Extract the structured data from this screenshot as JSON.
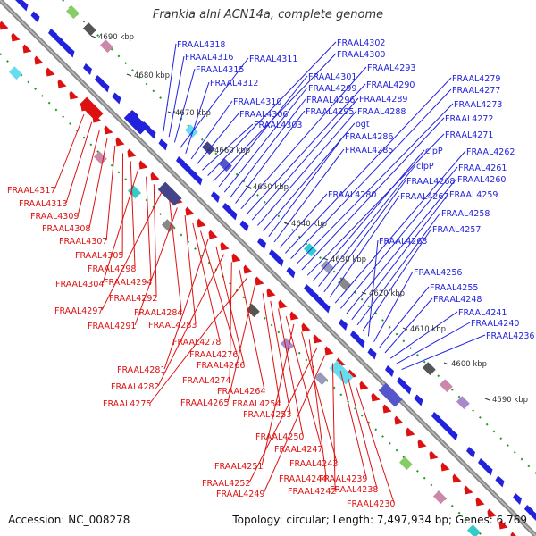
{
  "title": "Frankia alni ACN14a, complete genome",
  "accession": "Accession: NC_008278",
  "summary": "Topology: circular; Length: 7,497,934 bp; Genes: 6,769",
  "kbp_ticks": [
    "4690 kbp",
    "4680 kbp",
    "4670 kbp",
    "4660 kbp",
    "4650 kbp",
    "4640 kbp",
    "4630 kbp",
    "4620 kbp",
    "4610 kbp",
    "4600 kbp",
    "4590 kbp"
  ],
  "colors": {
    "forward": "#2222dd",
    "reverse": "#dd1111",
    "backbone": "#888888",
    "tick_track": "#229922"
  },
  "forward_labels": [
    "FRAAL4318",
    "FRAAL4316",
    "FRAAL4315",
    "FRAAL4311",
    "FRAAL4312",
    "FRAAL4310",
    "FRAAL4306",
    "FRAAL4303",
    "FRAAL4302",
    "FRAAL4300",
    "FRAAL4301",
    "FRAAL4299",
    "FRAAL4296",
    "FRAAL4295",
    "FRAAL4293",
    "FRAAL4290",
    "FRAAL4289",
    "FRAAL4288",
    "ogt",
    "FRAAL4286",
    "FRAAL4285",
    "FRAAL4280",
    "FRAAL4279",
    "FRAAL4277",
    "FRAAL4273",
    "FRAAL4272",
    "FRAAL4271",
    "clpP",
    "clpP",
    "FRAAL4268",
    "FRAAL4267",
    "FRAAL4262",
    "FRAAL4261",
    "FRAAL4260",
    "FRAAL4259",
    "FRAAL4258",
    "FRAAL4257",
    "FRAAL4263",
    "FRAAL4256",
    "FRAAL4255",
    "FRAAL4248",
    "FRAAL4241",
    "FRAAL4240",
    "FRAAL4236"
  ],
  "reverse_labels": [
    "FRAAL4317",
    "FRAAL4313",
    "FRAAL4309",
    "FRAAL4308",
    "FRAAL4307",
    "FRAAL4305",
    "FRAAL4298",
    "FRAAL4304",
    "FRAAL4294",
    "FRAAL4292",
    "FRAAL4297",
    "FRAAL4284",
    "FRAAL4291",
    "FRAAL4283",
    "FRAAL4278",
    "FRAAL4276",
    "FRAAL4281",
    "FRAAL4266",
    "FRAAL4282",
    "FRAAL4274",
    "FRAAL4264",
    "FRAAL4275",
    "FRAAL4265",
    "FRAAL4254",
    "FRAAL4253",
    "FRAAL4250",
    "FRAAL4247",
    "FRAAL4251",
    "FRAAL4243",
    "FRAAL4244",
    "FRAAL4252",
    "FRAAL4249",
    "FRAAL4242",
    "FRAAL4239",
    "FRAAL4238",
    "FRAAL4230"
  ]
}
